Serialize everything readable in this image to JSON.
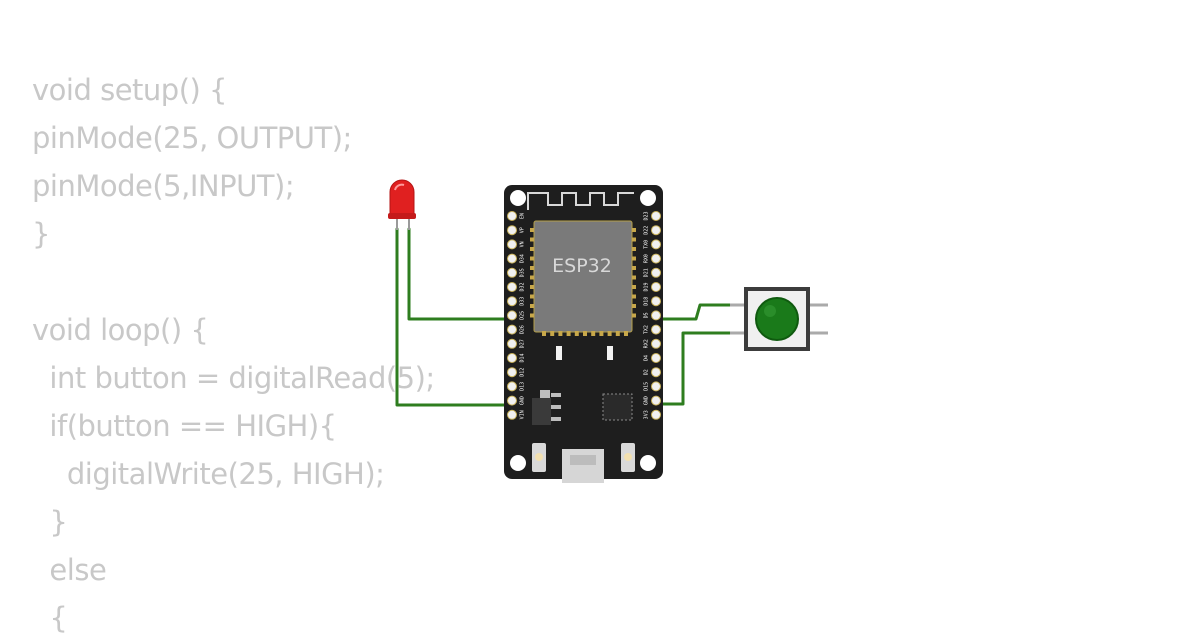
{
  "code_lines": [
    "void setup() {",
    "pinMode(25, OUTPUT);",
    "pinMode(5,INPUT);",
    "}",
    "",
    "void loop() {",
    "  int button = digitalRead(5);",
    "  if(button == HIGH){",
    "    digitalWrite(25, HIGH);",
    "  }",
    "  else",
    "  {"
  ],
  "board": {
    "chip_label": "ESP32",
    "left_pins": [
      "EN",
      "VP",
      "VN",
      "D34",
      "D35",
      "D32",
      "D33",
      "D25",
      "D26",
      "D27",
      "D14",
      "D12",
      "D13",
      "GND",
      "VIN"
    ],
    "right_pins": [
      "D23",
      "D22",
      "TX0",
      "RX0",
      "D21",
      "D19",
      "D18",
      "D5",
      "TX2",
      "RX2",
      "D4",
      "D2",
      "D15",
      "GND",
      "3V3"
    ]
  },
  "components": {
    "led_color": "red",
    "button_color": "green"
  },
  "colors": {
    "wire": "#2e7d1f",
    "board": "#1e1e1e",
    "led": "#e02020",
    "button": "#1a7a1a"
  }
}
